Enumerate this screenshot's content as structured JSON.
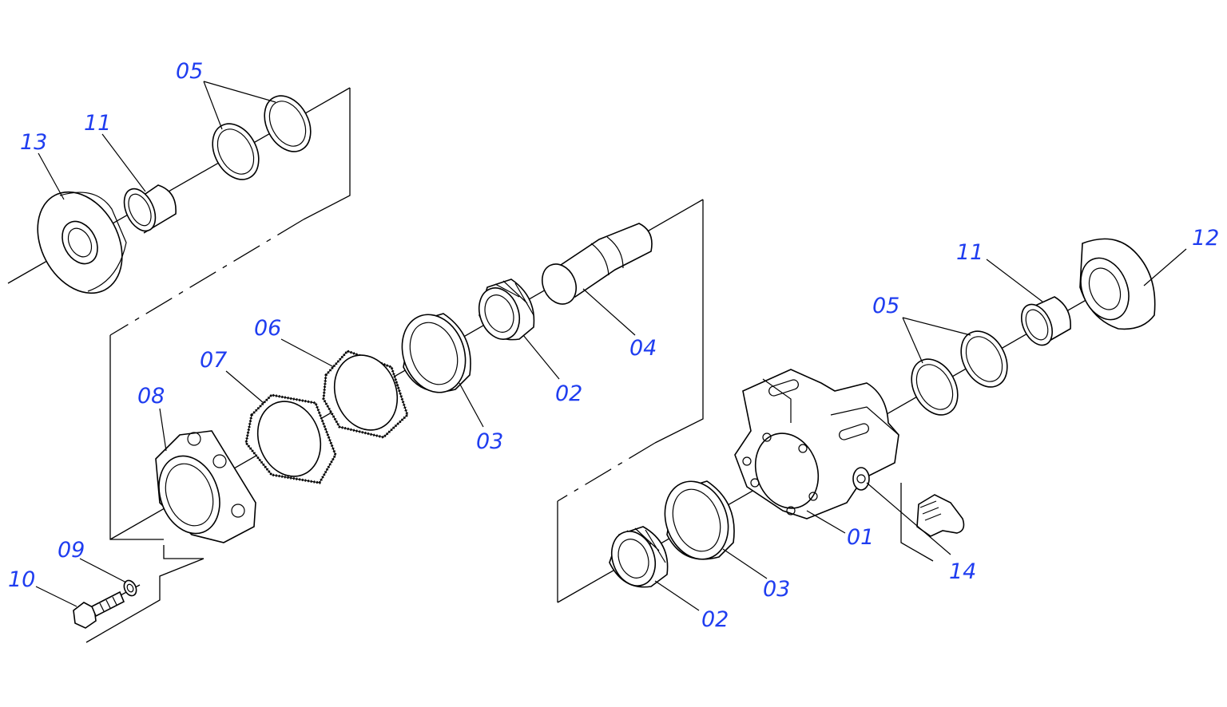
{
  "callouts": {
    "c01": "01",
    "c02_upper": "02",
    "c02_lower": "02",
    "c03_upper": "03",
    "c03_lower": "03",
    "c04": "04",
    "c05_left": "05",
    "c05_right": "05",
    "c06": "06",
    "c07": "07",
    "c08": "08",
    "c09": "09",
    "c10": "10",
    "c11_left": "11",
    "c11_right": "11",
    "c12": "12",
    "c13": "13",
    "c14": "14"
  },
  "colors": {
    "callout": "#1f3df0",
    "linework": "#000000",
    "background": "#ffffff"
  }
}
